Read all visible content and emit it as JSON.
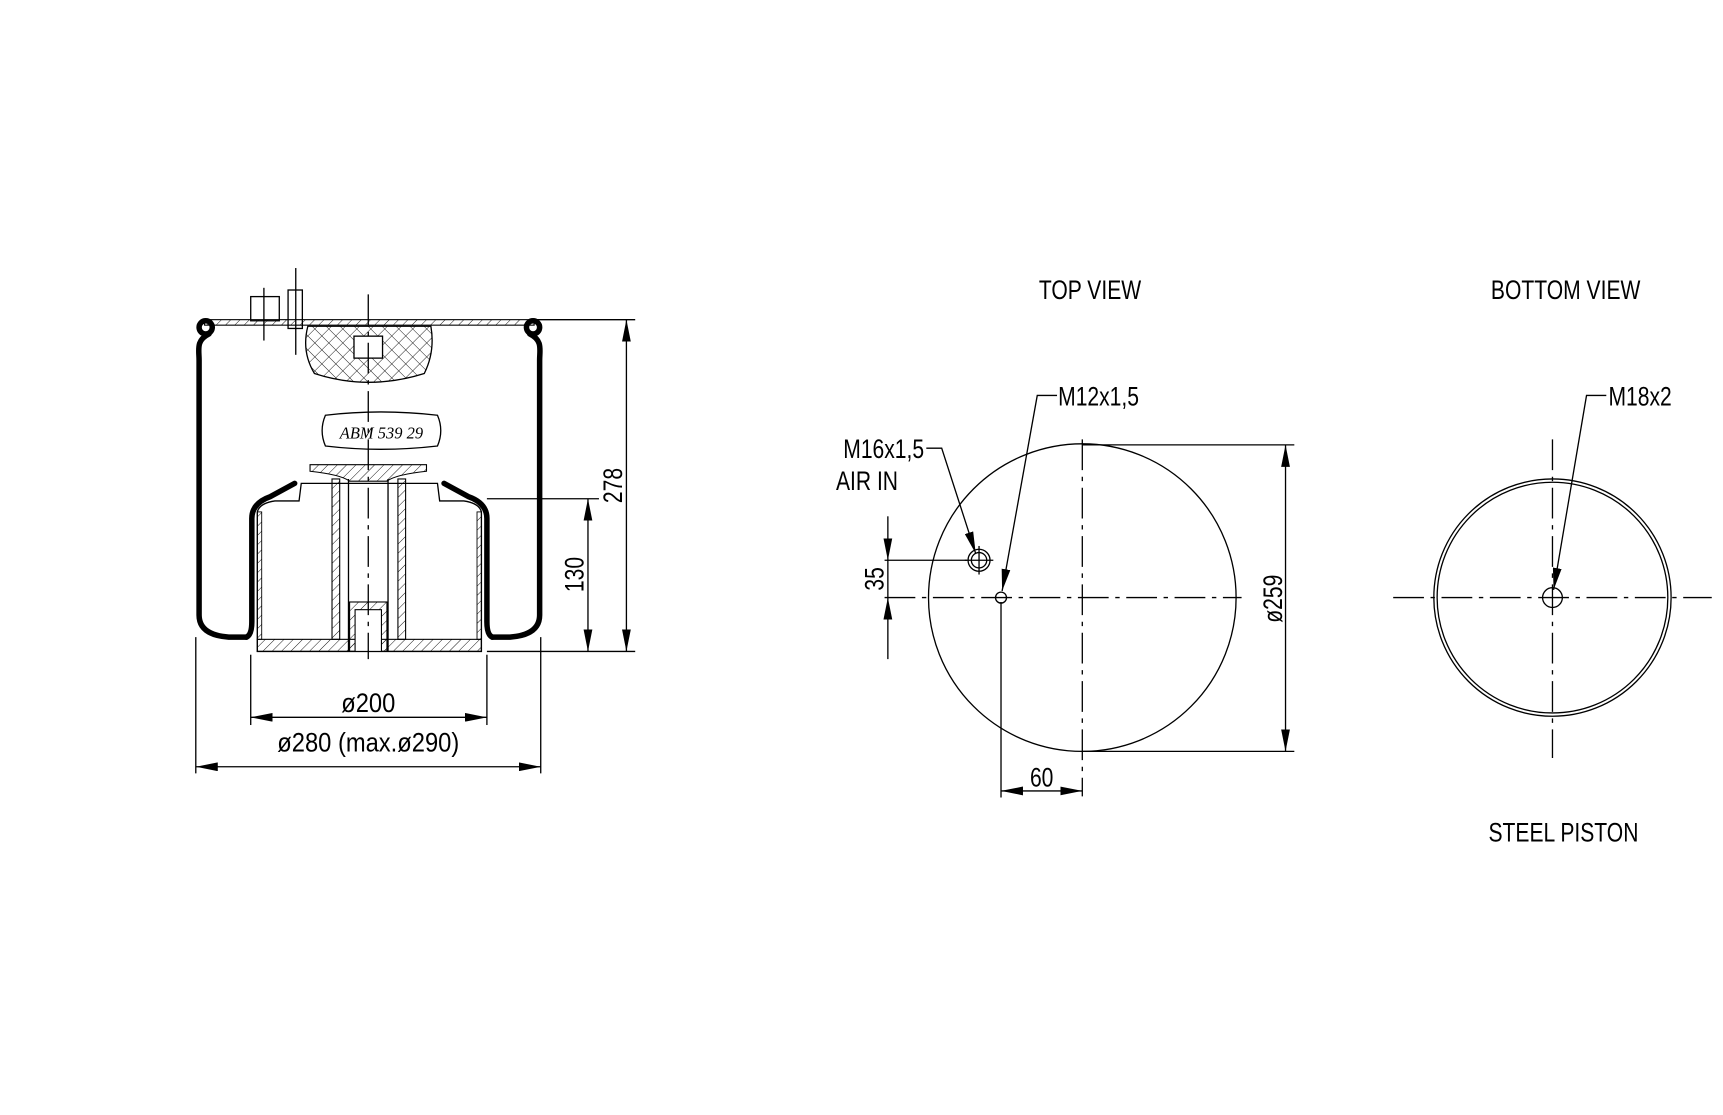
{
  "side_view": {
    "part_label": "ABM 539 29",
    "dim_height_total": "278",
    "dim_height_piston": "130",
    "dim_piston_diameter": "ø200",
    "dim_outer_diameter": "ø280 (max.ø290)"
  },
  "top_view": {
    "title": "TOP VIEW",
    "thread_center": "M12x1,5",
    "thread_air": "M16x1,5",
    "air_label": "AIR IN",
    "dim_offset_vertical": "35",
    "dim_offset_horizontal": "60",
    "dim_diameter": "ø259"
  },
  "bottom_view": {
    "title": "BOTTOM VIEW",
    "thread": "M18x2",
    "caption": "STEEL PISTON"
  }
}
